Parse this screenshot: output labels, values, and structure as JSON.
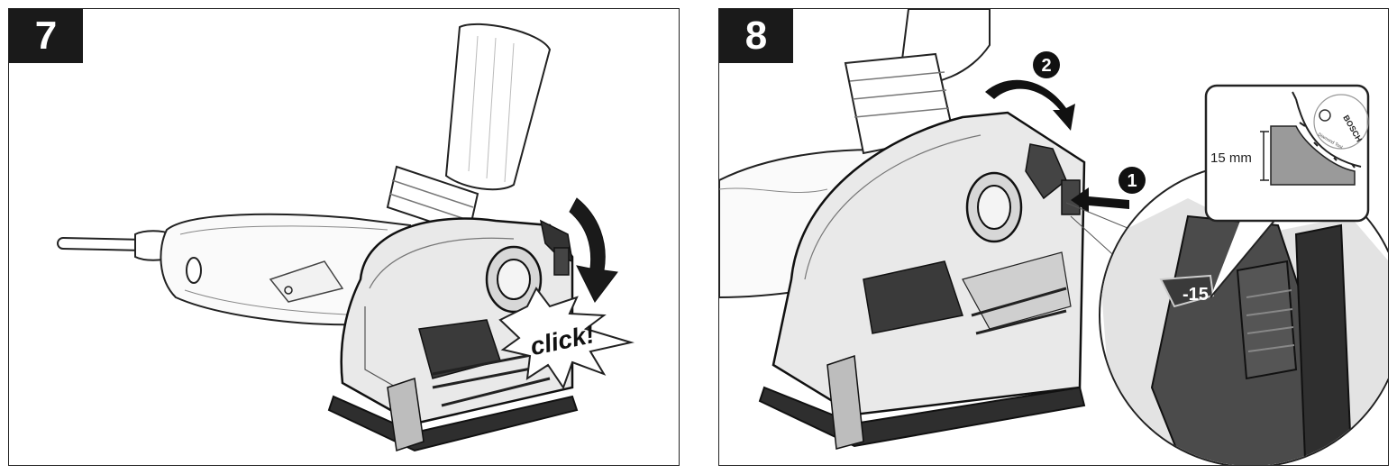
{
  "panels": [
    {
      "step": "7",
      "callout_text": "click!"
    },
    {
      "step": "8",
      "callouts": [
        "1",
        "2"
      ],
      "depth_label": "15 mm",
      "depth_setting": "-15",
      "blade_brand": "BOSCH",
      "blade_subtext": "Diamond Tool"
    }
  ]
}
